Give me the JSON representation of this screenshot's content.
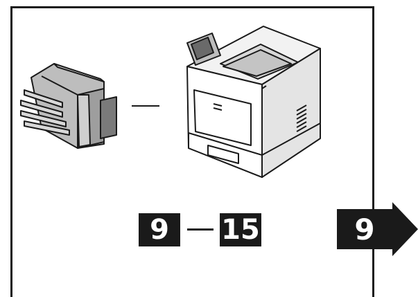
{
  "range": {
    "start": "9",
    "end": "15"
  },
  "next_step": {
    "label": "9"
  },
  "colors": {
    "box": "#1a1a1a",
    "text": "#ffffff",
    "shade": "#bdbdbd"
  },
  "icons": [
    "finisher-icon",
    "printer-icon",
    "arrow-right-icon"
  ]
}
